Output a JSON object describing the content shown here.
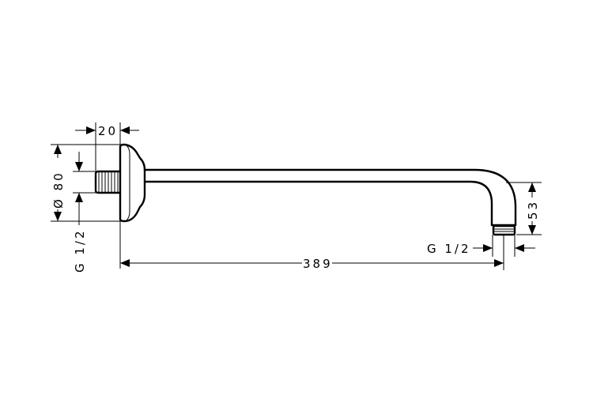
{
  "dimensions": {
    "flange_depth": "20",
    "flange_diameter": "Ø 80",
    "inlet_thread": "G 1/2",
    "arm_length": "389",
    "outlet_drop": "53",
    "outlet_thread": "G 1/2"
  }
}
